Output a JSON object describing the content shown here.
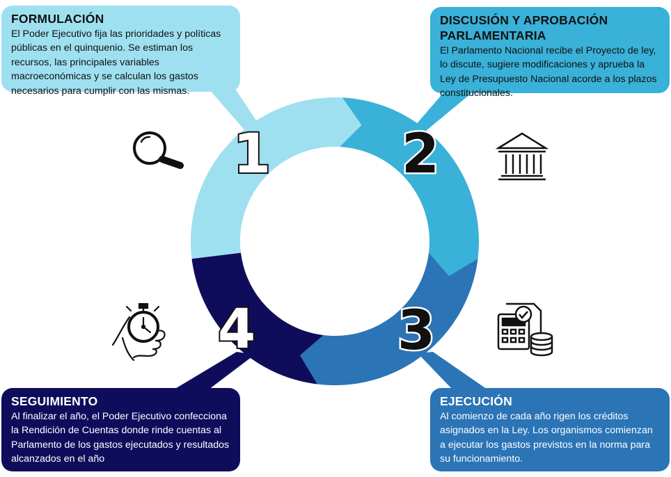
{
  "stages": [
    {
      "number": "1",
      "title": "FORMULACIÓN",
      "text": "El Poder Ejecutivo fija las prioridades y políticas públicas en el quinquenio. Se estiman los recursos, las principales variables macroeconómicas y se calculan los gastos necesarios para cumplir con las mismas.",
      "color": "#9ee0f0",
      "icon": "magnifying-glass-icon"
    },
    {
      "number": "2",
      "title": "DISCUSIÓN Y APROBACIÓN PARLAMENTARIA",
      "text": "El Parlamento Nacional recibe el Proyecto de ley, lo discute, sugiere modificaciones y aprueba la Ley de Presupuesto Nacional acorde a los plazos constitucionales.",
      "color": "#39b1d8",
      "icon": "government-building-icon"
    },
    {
      "number": "3",
      "title": "EJECUCIÓN",
      "text": "Al comienzo de cada año rigen los créditos asignados en la Ley. Los organismos comienzan a ejecutar los gastos previstos en la norma para su funcionamiento.",
      "color": "#2b74b6",
      "icon": "calculator-document-coins-icon"
    },
    {
      "number": "4",
      "title": "SEGUIMIENTO",
      "text": "Al finalizar el año, el Poder Ejecutivo confecciona la Rendición de Cuentas donde rinde cuentas al Parlamento de los gastos ejecutados y resultados alcanzados en el año",
      "color": "#0f0d5b",
      "icon": "stopwatch-in-hand-icon"
    }
  ]
}
